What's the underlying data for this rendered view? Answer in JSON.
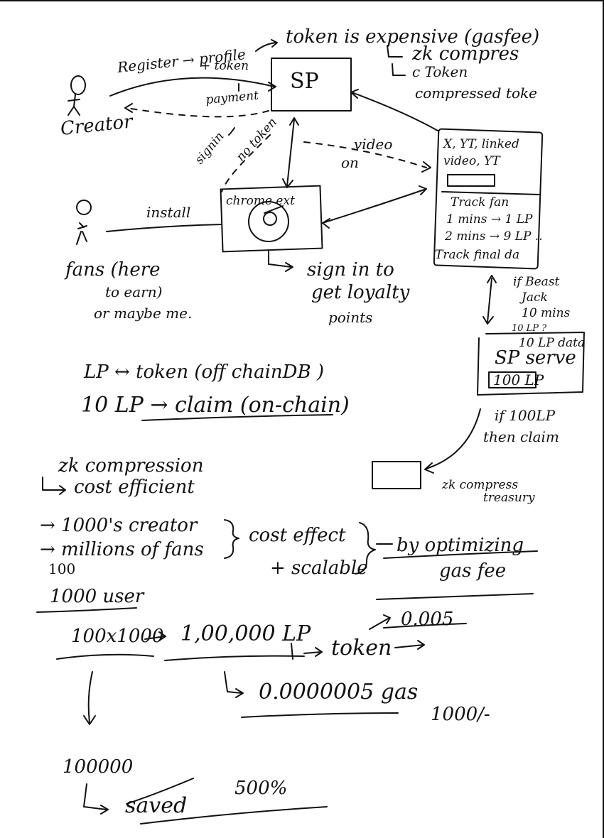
{
  "top": {
    "register": "Register → profile",
    "token_plus": "+ token",
    "token_expensive": "token is expensive (gasfee)",
    "zk_compress": "zk compres",
    "c_token": "c Token",
    "compressed_token": "compressed toke",
    "payment": "payment",
    "sp_label": "SP",
    "creator": "Creator"
  },
  "middle": {
    "signin": "signin",
    "no_token": "no token",
    "video": "video",
    "on": "on",
    "platform_box": {
      "line1": "X, YT, linked",
      "line2": "video, YT",
      "line3": "Track fan",
      "line4": "1 mins → 1 LP",
      "line5": "2 mins → 9 LP ..",
      "line6": "Track  final da"
    },
    "install": "install",
    "chrome_ext": "chrome ext",
    "fans": "fans (here",
    "to_earn": "to earn)",
    "or_maybe": "or maybe me.",
    "sign_in_to": "sign in to",
    "get_loyalty": "get loyalty",
    "points": "points"
  },
  "right": {
    "if_beast": "if Beast",
    "jack": "Jack",
    "ten_mins": "10 mins",
    "ten_lp": "10 LP ?",
    "ten_lp_data": "10 LP data",
    "sp_serve": "SP serve",
    "hundred_lp": "100 LP",
    "if_100lp": "if 100LP",
    "then_claim": "then claim",
    "zk_treasury_1": "zk compress",
    "zk_treasury_2": "treasury"
  },
  "lp_section": {
    "lp_token": "LP ↔ token (off chainDB )",
    "claim": "10  LP → claim (on-chain)"
  },
  "zk_section": {
    "zk_compression": "zk compression",
    "cost_efficient": "cost efficient",
    "creators": "→ 1000's creator",
    "millions": "→ millions of fans",
    "cost_effect": "cost effect",
    "scalable": "+ scalable",
    "by_optimizing": "by optimizing",
    "gas_fee": "gas fee",
    "n100": "100",
    "users": "1000 user"
  },
  "calc": {
    "product": "100x1000",
    "lp_total": "1,00,000 LP",
    "token": "token",
    "small_fee": "0.005",
    "gas_fee": "0.0000005 gas",
    "thousand": "1000/-",
    "hundred_k": "100000",
    "saved": "saved",
    "percent": "500%"
  }
}
